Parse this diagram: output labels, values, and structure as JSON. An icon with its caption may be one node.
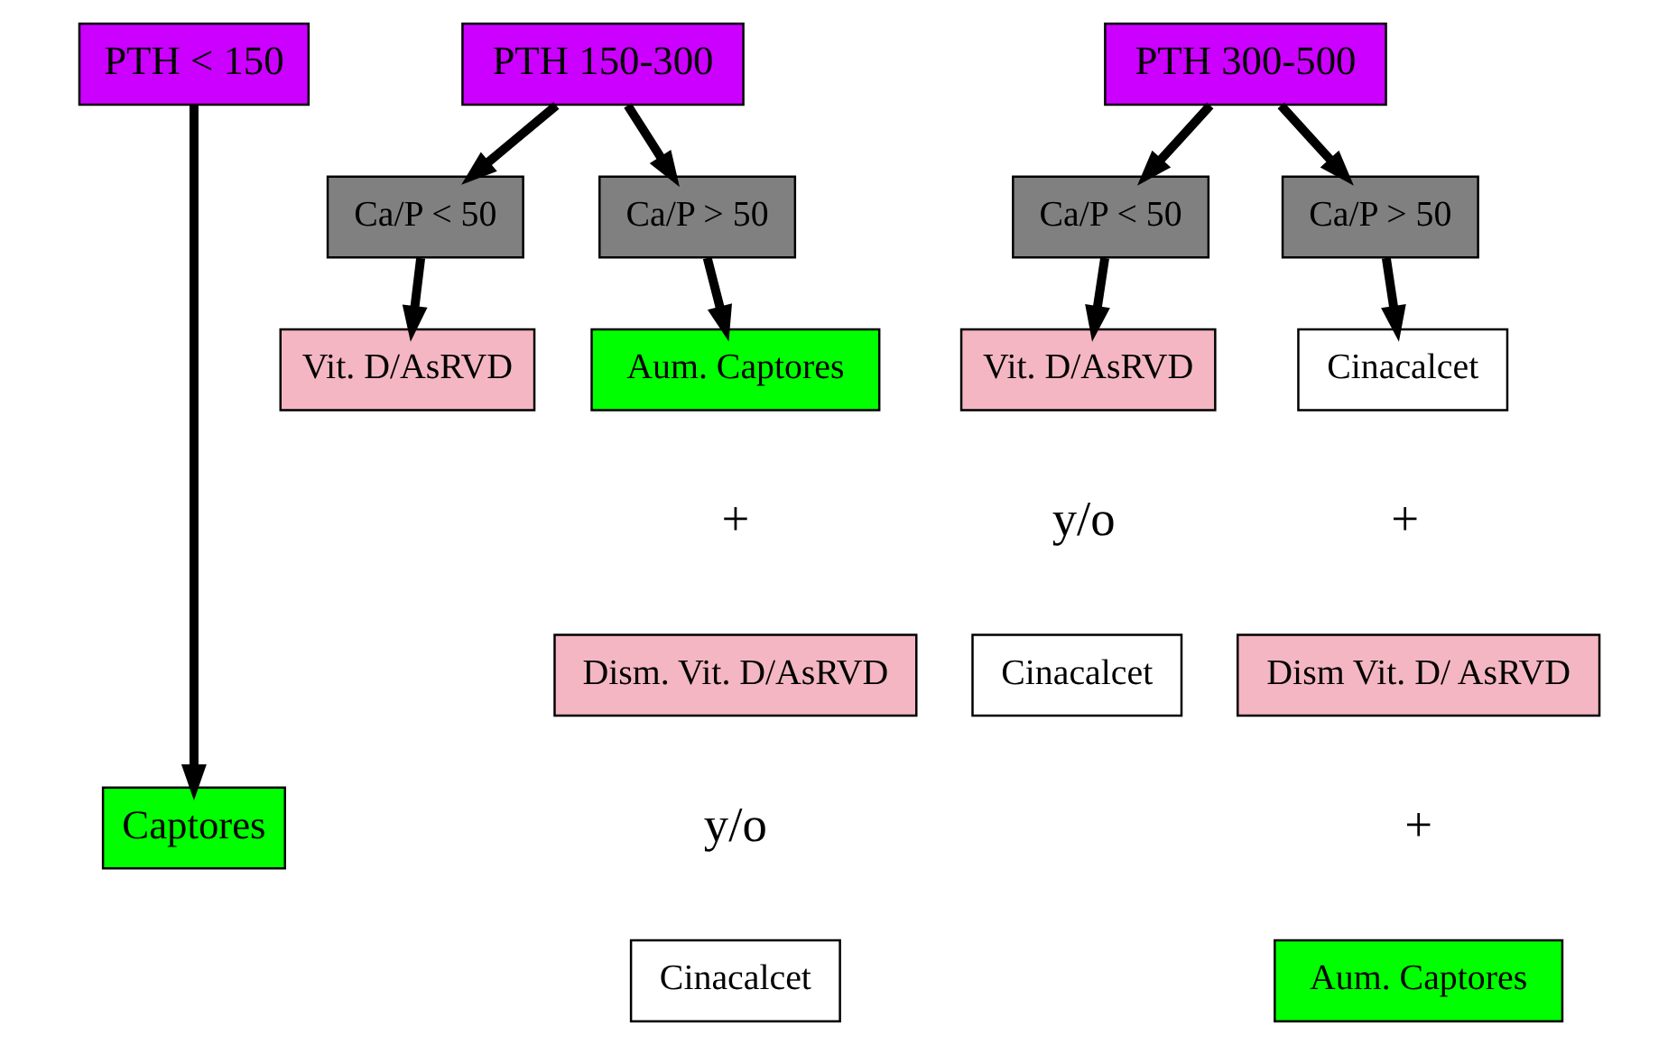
{
  "diagram": {
    "nodes": [
      {
        "text": [
          "PTH < 150"
        ]
      },
      {
        "text": [
          "PTH 150-300"
        ]
      },
      {
        "text": [
          "PTH 300-500"
        ]
      },
      {
        "text": [
          "Captores"
        ]
      },
      {
        "text": [
          "Ca/P < 50"
        ]
      },
      {
        "text": [
          "Ca/P > 50"
        ]
      },
      {
        "text": [
          "Vit. D/AsRVD"
        ]
      },
      {
        "text": [
          "Aum. Captores"
        ]
      },
      {
        "text": [
          "Dism. Vit. D/AsRVD"
        ]
      },
      {
        "text": [
          "Cinacalcet"
        ]
      },
      {
        "text": [
          "Ca/P < 50"
        ]
      },
      {
        "text": [
          "Ca/P > 50"
        ]
      },
      {
        "text": [
          "Vit. D/AsRVD"
        ]
      },
      {
        "text": [
          "Cinacalcet"
        ]
      },
      {
        "text": [
          "Cinacalcet"
        ]
      },
      {
        "text": [
          "Dism Vit. D/ AsRVD"
        ]
      },
      {
        "text": [
          "Aum. Captores"
        ]
      }
    ],
    "edges": [
      {
        "from": 0,
        "to": 3,
        "arrow": "to"
      },
      {
        "from": 1,
        "to": 4,
        "arrow": "to"
      },
      {
        "from": 1,
        "to": 5,
        "arrow": "to"
      },
      {
        "from": 4,
        "to": 6,
        "arrow": "to"
      },
      {
        "from": 5,
        "to": 7,
        "arrow": "to"
      },
      {
        "from": 2,
        "to": 10,
        "arrow": "to"
      },
      {
        "from": 2,
        "to": 11,
        "arrow": "to"
      },
      {
        "from": 10,
        "to": 12,
        "arrow": "to"
      },
      {
        "from": 11,
        "to": 14,
        "arrow": "to"
      }
    ],
    "labels": [
      "+",
      "y/o",
      "y/o",
      "+",
      "+"
    ]
  }
}
